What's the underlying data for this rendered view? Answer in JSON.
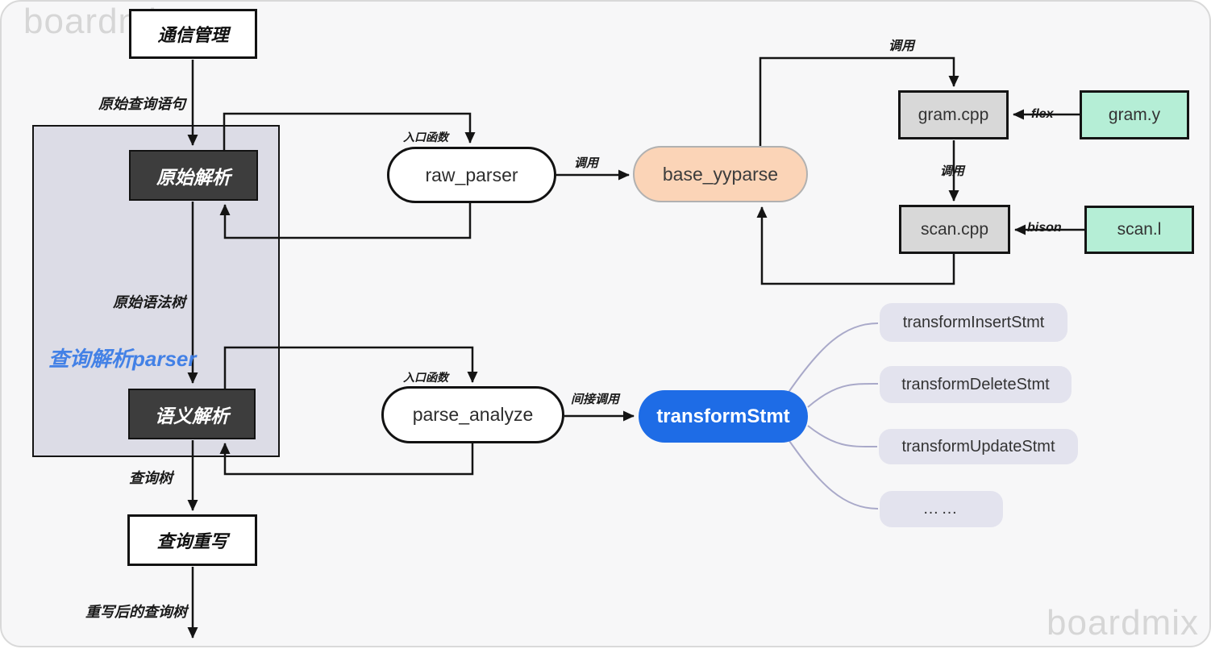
{
  "app": {
    "watermark": "boardmix"
  },
  "colors": {
    "accent_blue": "#1e6ce6",
    "peach": "#fbd4b7",
    "mint_green": "#b5eed6",
    "gray_fill": "#d8d8d8",
    "dark_fill": "#3d3d3d",
    "container_fill": "#dcdce6",
    "list_fill": "#e3e3ee",
    "parser_label_blue": "#4381e6",
    "connector_black": "#141414",
    "connector_lavender": "#a9a9c9"
  },
  "nodes": {
    "comm_mgmt": "通信管理",
    "raw_parse": "原始解析",
    "semantic_parse": "语义解析",
    "query_rewrite": "查询重写",
    "parser_container_label": "查询解析parser",
    "raw_parser": "raw_parser",
    "parse_analyze": "parse_analyze",
    "base_yyparse": "base_yyparse",
    "transform_stmt": "transformStmt",
    "gram_cpp": "gram.cpp",
    "scan_cpp": "scan.cpp",
    "gram_y": "gram.y",
    "scan_l": "scan.l"
  },
  "transform_list": [
    {
      "label": "transformInsertStmt"
    },
    {
      "label": "transformDeleteStmt"
    },
    {
      "label": "transformUpdateStmt"
    },
    {
      "label": "……"
    }
  ],
  "edge_labels": {
    "raw_query_stmt": "原始查询语句",
    "raw_syntax_tree": "原始语法树",
    "query_tree": "查询树",
    "rewritten_query_tree": "重写后的查询树",
    "entry_fn_raw": "入口函数",
    "entry_fn_analyze": "入口函数",
    "call_raw_to_yyparse": "调用",
    "call_yyparse_to_gram": "调用",
    "call_gram_to_scan": "调用",
    "indirect_call": "间接调用",
    "flex": "flex",
    "bison": "bison"
  }
}
